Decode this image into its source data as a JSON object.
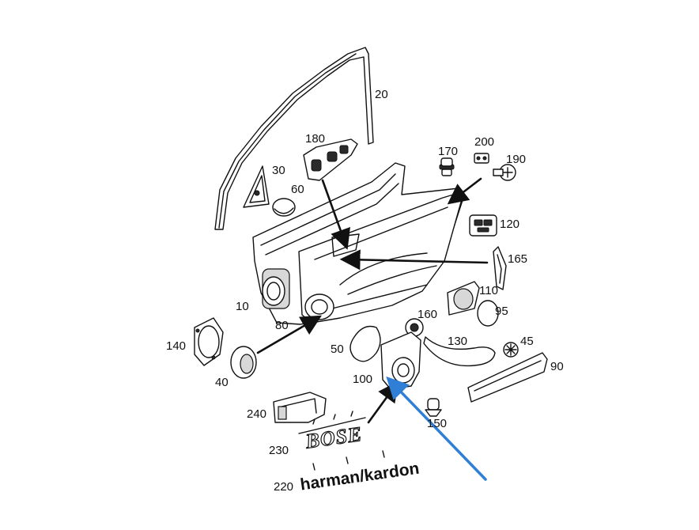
{
  "diagram": {
    "labels": {
      "p10": "10",
      "p20": "20",
      "p30": "30",
      "p40": "40",
      "p45": "45",
      "p50": "50",
      "p60": "60",
      "p80": "80",
      "p90": "90",
      "p95": "95",
      "p100": "100",
      "p110": "110",
      "p120": "120",
      "p130": "130",
      "p140": "140",
      "p150": "150",
      "p160": "160",
      "p165": "165",
      "p170": "170",
      "p180": "180",
      "p190": "190",
      "p200": "200",
      "p220": "220",
      "p230": "230",
      "p240": "240"
    },
    "logos": {
      "bose": "BOSE",
      "harman_kardon": "harman/kardon"
    },
    "colors": {
      "linework": "#111111",
      "highlight_arrow": "#2f7fd6",
      "background": "#ffffff"
    }
  }
}
